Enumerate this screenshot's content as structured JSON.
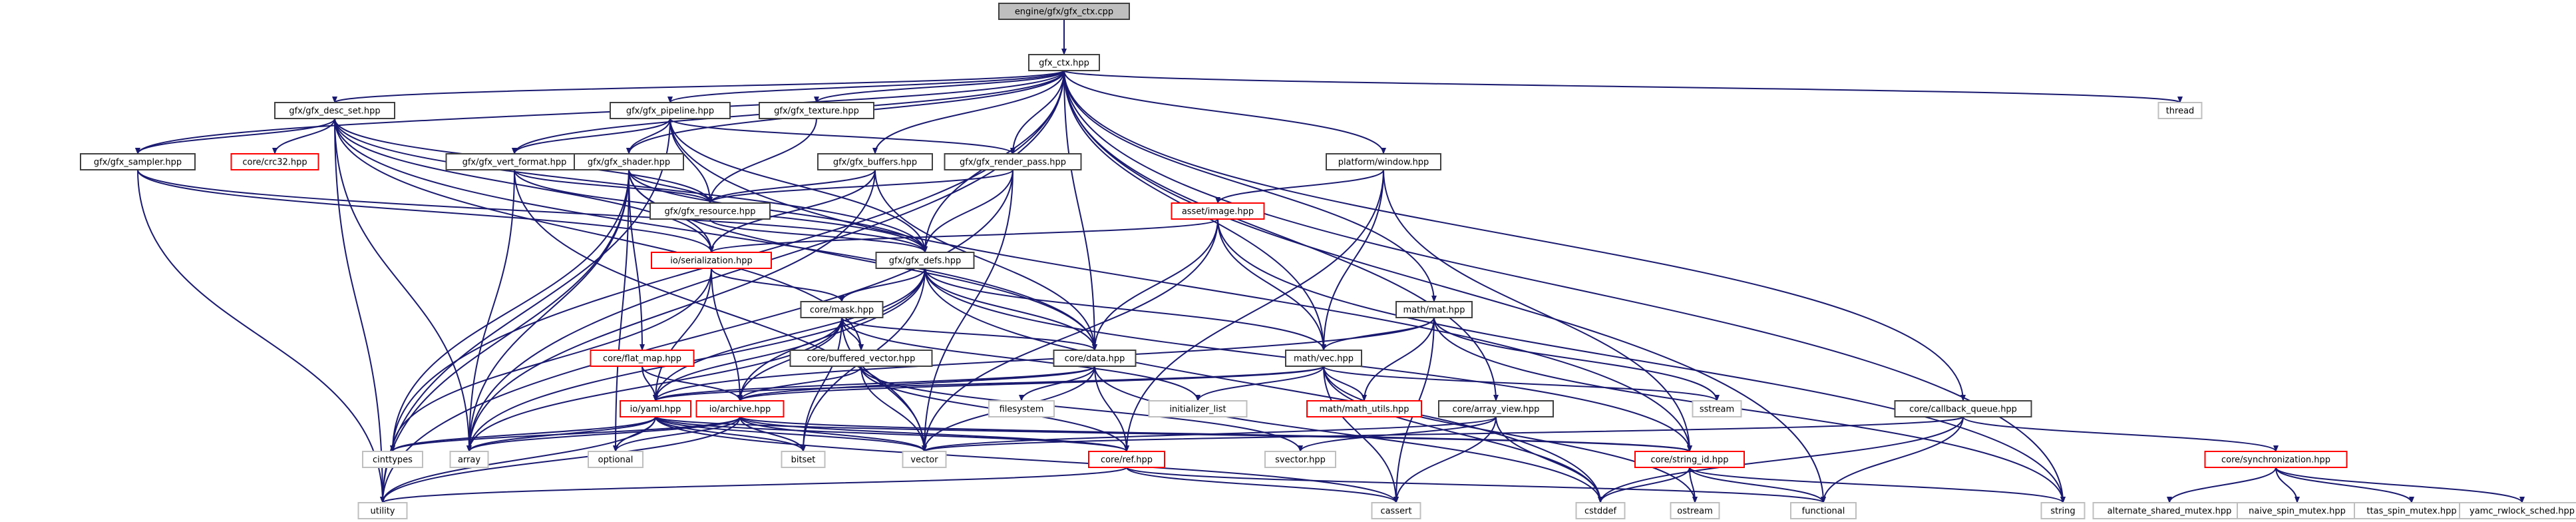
{
  "colors": {
    "edge": "#191970",
    "node_border": "#404040",
    "node_fill": "#ffffff",
    "root_fill": "#bfbfbf",
    "missing_border": "#bfbfbf",
    "error_border": "#ff0000"
  },
  "nodes": [
    {
      "id": "root",
      "label": "engine/gfx/gfx_ctx.cpp",
      "kind": "root"
    },
    {
      "id": "gfx_ctx",
      "label": "gfx_ctx.hpp",
      "kind": "normal"
    },
    {
      "id": "desc_set",
      "label": "gfx/gfx_desc_set.hpp",
      "kind": "normal"
    },
    {
      "id": "pipeline",
      "label": "gfx/gfx_pipeline.hpp",
      "kind": "normal"
    },
    {
      "id": "texture",
      "label": "gfx/gfx_texture.hpp",
      "kind": "normal"
    },
    {
      "id": "thread",
      "label": "thread",
      "kind": "system"
    },
    {
      "id": "sampler",
      "label": "gfx/gfx_sampler.hpp",
      "kind": "normal"
    },
    {
      "id": "crc32",
      "label": "core/crc32.hpp",
      "kind": "error"
    },
    {
      "id": "vert_format",
      "label": "gfx/gfx_vert_format.hpp",
      "kind": "normal"
    },
    {
      "id": "shader",
      "label": "gfx/gfx_shader.hpp",
      "kind": "normal"
    },
    {
      "id": "buffers",
      "label": "gfx/gfx_buffers.hpp",
      "kind": "normal"
    },
    {
      "id": "render_pass",
      "label": "gfx/gfx_render_pass.hpp",
      "kind": "normal"
    },
    {
      "id": "window",
      "label": "platform/window.hpp",
      "kind": "normal"
    },
    {
      "id": "resource",
      "label": "gfx/gfx_resource.hpp",
      "kind": "normal"
    },
    {
      "id": "image",
      "label": "asset/image.hpp",
      "kind": "error"
    },
    {
      "id": "serialization",
      "label": "io/serialization.hpp",
      "kind": "error"
    },
    {
      "id": "defs",
      "label": "gfx/gfx_defs.hpp",
      "kind": "normal"
    },
    {
      "id": "mat",
      "label": "math/mat.hpp",
      "kind": "normal"
    },
    {
      "id": "mask",
      "label": "core/mask.hpp",
      "kind": "normal"
    },
    {
      "id": "flat_map",
      "label": "core/flat_map.hpp",
      "kind": "error"
    },
    {
      "id": "buffered_vector",
      "label": "core/buffered_vector.hpp",
      "kind": "normal"
    },
    {
      "id": "data",
      "label": "core/data.hpp",
      "kind": "normal"
    },
    {
      "id": "vec",
      "label": "math/vec.hpp",
      "kind": "normal"
    },
    {
      "id": "yaml",
      "label": "io/yaml.hpp",
      "kind": "error"
    },
    {
      "id": "archive",
      "label": "io/archive.hpp",
      "kind": "error"
    },
    {
      "id": "filesystem",
      "label": "filesystem",
      "kind": "system"
    },
    {
      "id": "initializer_list",
      "label": "initializer_list",
      "kind": "system"
    },
    {
      "id": "math_utils",
      "label": "math/math_utils.hpp",
      "kind": "error"
    },
    {
      "id": "sstream",
      "label": "sstream",
      "kind": "system"
    },
    {
      "id": "array_view",
      "label": "core/array_view.hpp",
      "kind": "normal"
    },
    {
      "id": "callback_queue",
      "label": "core/callback_queue.hpp",
      "kind": "normal"
    },
    {
      "id": "synchronization",
      "label": "core/synchronization.hpp",
      "kind": "error"
    },
    {
      "id": "cinttypes",
      "label": "cinttypes",
      "kind": "system"
    },
    {
      "id": "array",
      "label": "array",
      "kind": "system"
    },
    {
      "id": "optional",
      "label": "optional",
      "kind": "system"
    },
    {
      "id": "bitset",
      "label": "bitset",
      "kind": "system"
    },
    {
      "id": "vector",
      "label": "vector",
      "kind": "system"
    },
    {
      "id": "ref",
      "label": "core/ref.hpp",
      "kind": "error"
    },
    {
      "id": "svector",
      "label": "svector.hpp",
      "kind": "system"
    },
    {
      "id": "string_id",
      "label": "core/string_id.hpp",
      "kind": "error"
    },
    {
      "id": "utility",
      "label": "utility",
      "kind": "system"
    },
    {
      "id": "cassert",
      "label": "cassert",
      "kind": "system"
    },
    {
      "id": "cstddef",
      "label": "cstddef",
      "kind": "system"
    },
    {
      "id": "ostream",
      "label": "ostream",
      "kind": "system"
    },
    {
      "id": "functional",
      "label": "functional",
      "kind": "system"
    },
    {
      "id": "string",
      "label": "string",
      "kind": "system"
    },
    {
      "id": "alternate_shared_mutex",
      "label": "alternate_shared_mutex.hpp",
      "kind": "system"
    },
    {
      "id": "naive_spin_mutex",
      "label": "naive_spin_mutex.hpp",
      "kind": "system"
    },
    {
      "id": "ttas_spin_mutex",
      "label": "ttas_spin_mutex.hpp",
      "kind": "system"
    },
    {
      "id": "yamc_rwlock_sched",
      "label": "yamc_rwlock_sched.hpp",
      "kind": "system"
    }
  ],
  "edges": [
    [
      "root",
      "gfx_ctx"
    ],
    [
      "gfx_ctx",
      "desc_set"
    ],
    [
      "gfx_ctx",
      "pipeline"
    ],
    [
      "gfx_ctx",
      "texture"
    ],
    [
      "gfx_ctx",
      "thread"
    ],
    [
      "gfx_ctx",
      "sampler"
    ],
    [
      "gfx_ctx",
      "vert_format"
    ],
    [
      "gfx_ctx",
      "shader"
    ],
    [
      "gfx_ctx",
      "buffers"
    ],
    [
      "gfx_ctx",
      "render_pass"
    ],
    [
      "gfx_ctx",
      "window"
    ],
    [
      "gfx_ctx",
      "defs"
    ],
    [
      "gfx_ctx",
      "data"
    ],
    [
      "gfx_ctx",
      "vec"
    ],
    [
      "gfx_ctx",
      "mat"
    ],
    [
      "gfx_ctx",
      "array_view"
    ],
    [
      "gfx_ctx",
      "callback_queue"
    ],
    [
      "gfx_ctx",
      "string"
    ],
    [
      "gfx_ctx",
      "functional"
    ],
    [
      "gfx_ctx",
      "array"
    ],
    [
      "gfx_ctx",
      "cinttypes"
    ],
    [
      "desc_set",
      "sampler"
    ],
    [
      "desc_set",
      "crc32"
    ],
    [
      "desc_set",
      "resource"
    ],
    [
      "desc_set",
      "defs"
    ],
    [
      "desc_set",
      "serialization"
    ],
    [
      "desc_set",
      "buffered_vector"
    ],
    [
      "desc_set",
      "data"
    ],
    [
      "desc_set",
      "array"
    ],
    [
      "desc_set",
      "utility"
    ],
    [
      "pipeline",
      "vert_format"
    ],
    [
      "pipeline",
      "shader"
    ],
    [
      "pipeline",
      "render_pass"
    ],
    [
      "pipeline",
      "resource"
    ],
    [
      "pipeline",
      "defs"
    ],
    [
      "pipeline",
      "utility"
    ],
    [
      "pipeline",
      "string_id"
    ],
    [
      "texture",
      "resource"
    ],
    [
      "sampler",
      "serialization"
    ],
    [
      "sampler",
      "defs"
    ],
    [
      "sampler",
      "utility"
    ],
    [
      "vert_format",
      "resource"
    ],
    [
      "vert_format",
      "defs"
    ],
    [
      "vert_format",
      "vector"
    ],
    [
      "vert_format",
      "array"
    ],
    [
      "shader",
      "resource"
    ],
    [
      "shader",
      "serialization"
    ],
    [
      "shader",
      "defs"
    ],
    [
      "shader",
      "flat_map"
    ],
    [
      "shader",
      "data"
    ],
    [
      "shader",
      "array"
    ],
    [
      "shader",
      "cinttypes"
    ],
    [
      "shader",
      "optional"
    ],
    [
      "shader",
      "utility"
    ],
    [
      "buffers",
      "resource"
    ],
    [
      "buffers",
      "serialization"
    ],
    [
      "buffers",
      "data"
    ],
    [
      "buffers",
      "array"
    ],
    [
      "render_pass",
      "resource"
    ],
    [
      "render_pass",
      "defs"
    ],
    [
      "render_pass",
      "vector"
    ],
    [
      "render_pass",
      "utility"
    ],
    [
      "window",
      "image"
    ],
    [
      "window",
      "vec"
    ],
    [
      "window",
      "ref"
    ],
    [
      "window",
      "string_id"
    ],
    [
      "resource",
      "defs"
    ],
    [
      "image",
      "serialization"
    ],
    [
      "image",
      "data"
    ],
    [
      "image",
      "vec"
    ],
    [
      "image",
      "vector"
    ],
    [
      "image",
      "string"
    ],
    [
      "serialization",
      "mask"
    ],
    [
      "serialization",
      "yaml"
    ],
    [
      "serialization",
      "archive"
    ],
    [
      "serialization",
      "cinttypes"
    ],
    [
      "defs",
      "mask"
    ],
    [
      "defs",
      "data"
    ],
    [
      "defs",
      "vec"
    ],
    [
      "defs",
      "yaml"
    ],
    [
      "defs",
      "archive"
    ],
    [
      "defs",
      "array"
    ],
    [
      "defs",
      "bitset"
    ],
    [
      "defs",
      "cstddef"
    ],
    [
      "defs",
      "string_id"
    ],
    [
      "mat",
      "vec"
    ],
    [
      "mat",
      "math_utils"
    ],
    [
      "mat",
      "cassert"
    ],
    [
      "mat",
      "sstream"
    ],
    [
      "mat",
      "yaml"
    ],
    [
      "mat",
      "string"
    ],
    [
      "mask",
      "buffered_vector"
    ],
    [
      "mask",
      "data"
    ],
    [
      "mask",
      "yaml"
    ],
    [
      "mask",
      "archive"
    ],
    [
      "mask",
      "bitset"
    ],
    [
      "mask",
      "vector"
    ],
    [
      "mask",
      "initializer_list"
    ],
    [
      "mask",
      "array"
    ],
    [
      "flat_map",
      "yaml"
    ],
    [
      "flat_map",
      "archive"
    ],
    [
      "buffered_vector",
      "archive"
    ],
    [
      "buffered_vector",
      "vector"
    ],
    [
      "buffered_vector",
      "ref"
    ],
    [
      "buffered_vector",
      "svector"
    ],
    [
      "data",
      "yaml"
    ],
    [
      "data",
      "archive"
    ],
    [
      "data",
      "filesystem"
    ],
    [
      "data",
      "ref"
    ],
    [
      "data",
      "cstddef"
    ],
    [
      "data",
      "vector"
    ],
    [
      "vec",
      "math_utils"
    ],
    [
      "vec",
      "yaml"
    ],
    [
      "vec",
      "archive"
    ],
    [
      "vec",
      "initializer_list"
    ],
    [
      "vec",
      "sstream"
    ],
    [
      "vec",
      "cassert"
    ],
    [
      "vec",
      "ostream"
    ],
    [
      "vec",
      "cstddef"
    ],
    [
      "yaml",
      "array"
    ],
    [
      "yaml",
      "optional"
    ],
    [
      "yaml",
      "bitset"
    ],
    [
      "yaml",
      "vector"
    ],
    [
      "yaml",
      "ref"
    ],
    [
      "yaml",
      "string_id"
    ],
    [
      "yaml",
      "utility"
    ],
    [
      "yaml",
      "cassert"
    ],
    [
      "yaml",
      "cinttypes"
    ],
    [
      "archive",
      "array"
    ],
    [
      "archive",
      "bitset"
    ],
    [
      "archive",
      "vector"
    ],
    [
      "archive",
      "optional"
    ],
    [
      "archive",
      "ref"
    ],
    [
      "archive",
      "string_id"
    ],
    [
      "archive",
      "utility"
    ],
    [
      "archive",
      "cinttypes"
    ],
    [
      "array_view",
      "vector"
    ],
    [
      "array_view",
      "svector"
    ],
    [
      "array_view",
      "cassert"
    ],
    [
      "array_view",
      "cstddef"
    ],
    [
      "callback_queue",
      "synchronization"
    ],
    [
      "callback_queue",
      "vector"
    ],
    [
      "callback_queue",
      "functional"
    ],
    [
      "callback_queue",
      "cstddef"
    ],
    [
      "synchronization",
      "alternate_shared_mutex"
    ],
    [
      "synchronization",
      "naive_spin_mutex"
    ],
    [
      "synchronization",
      "ttas_spin_mutex"
    ],
    [
      "synchronization",
      "yamc_rwlock_sched"
    ],
    [
      "ref",
      "utility"
    ],
    [
      "ref",
      "cassert"
    ],
    [
      "ref",
      "functional"
    ],
    [
      "string_id",
      "cstddef"
    ],
    [
      "string_id",
      "ostream"
    ],
    [
      "string_id",
      "functional"
    ],
    [
      "string_id",
      "string"
    ]
  ]
}
